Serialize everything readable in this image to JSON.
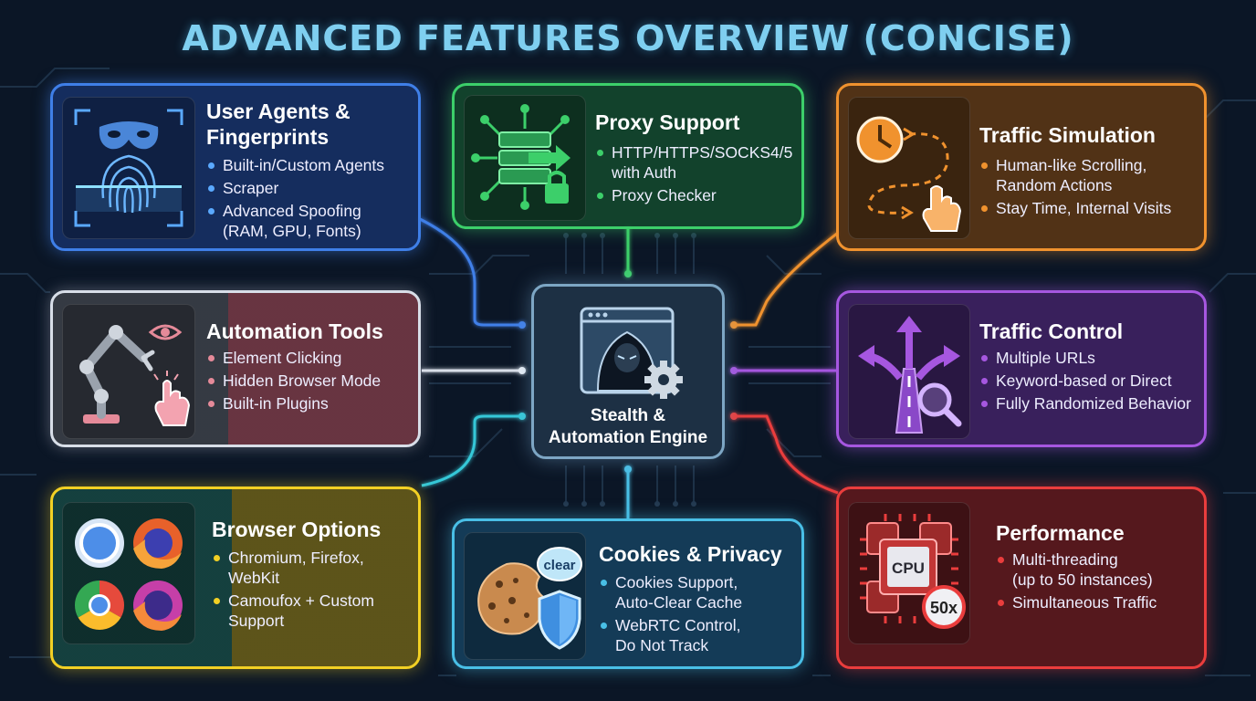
{
  "title": "ADVANCED FEATURES OVERVIEW (CONCISE)",
  "center": {
    "line1": "Stealth &",
    "line2": "Automation Engine",
    "icon": "hooded-hacker-window-gear-icon"
  },
  "cards": {
    "user_agents": {
      "title1": "User Agents &",
      "title2": "Fingerprints",
      "icon": "mask-fingerprint-scan-icon",
      "color": "#3f7fe8",
      "items": [
        "Built-in/Custom Agents",
        "Scraper",
        "Advanced Spoofing",
        "(RAM, GPU, Fonts)"
      ]
    },
    "proxy": {
      "title": "Proxy Support",
      "icon": "server-network-lock-icon",
      "color": "#3ccf6a",
      "items": [
        "HTTP/HTTPS/SOCKS4/5",
        "with Auth",
        "Proxy Checker"
      ]
    },
    "traffic_sim": {
      "title": "Traffic Simulation",
      "icon": "clock-path-hand-icon",
      "color": "#f0922e",
      "items": [
        "Human-like Scrolling,",
        "Random Actions",
        "Stay Time, Internal Visits"
      ]
    },
    "automation": {
      "title": "Automation Tools",
      "icon": "robot-arm-eye-click-icon",
      "color": "#e58a99",
      "items": [
        "Element Clicking",
        "Hidden Browser Mode",
        "Built-in Plugins"
      ]
    },
    "traffic_control": {
      "title": "Traffic Control",
      "icon": "road-arrows-search-icon",
      "color": "#a657e0",
      "items": [
        "Multiple URLs",
        "Keyword-based or Direct",
        "Fully Randomized Behavior"
      ]
    },
    "browser": {
      "title": "Browser Options",
      "icon": "browser-logos-icon",
      "color": "#f2d024",
      "items": [
        "Chromium, Firefox,",
        "WebKit",
        "Camoufox + Custom",
        "Support"
      ]
    },
    "cookies": {
      "title": "Cookies & Privacy",
      "icon": "cookie-shield-clear-icon",
      "color": "#49bfe6",
      "badge": "clear",
      "items": [
        "Cookies Support,",
        "Auto-Clear Cache",
        "WebRTC Control,",
        "Do Not Track"
      ]
    },
    "performance": {
      "title": "Performance",
      "icon": "cpu-chips-icon",
      "color": "#ea3d3d",
      "cpu_label": "CPU",
      "badge": "50x",
      "items": [
        "Multi-threading",
        "(up to 50 instances)",
        "Simultaneous Traffic"
      ]
    }
  }
}
